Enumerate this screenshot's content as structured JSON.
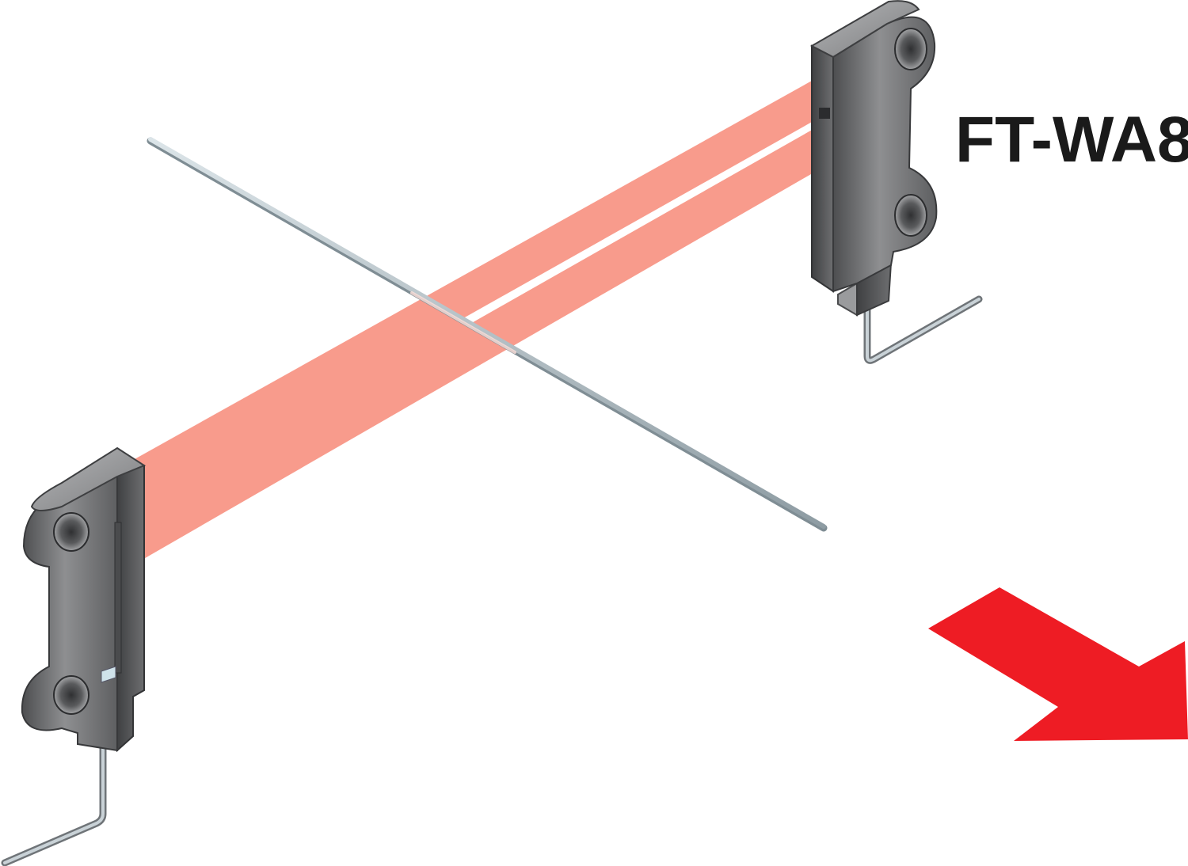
{
  "diagram": {
    "model_label": "FT-WA8",
    "parts": {
      "emitter_head": "sensor-head",
      "receiver_head": "sensor-head",
      "beam": "light-beam",
      "object": "thin-wire-object",
      "direction": "movement-arrow"
    },
    "colors": {
      "beam": "#f7907f",
      "beam_overlap": "#c8483a",
      "sensor_body": "#6b6c6e",
      "sensor_top": "#9a9b9d",
      "wire": "#a8b6bd",
      "arrow": "#ee1c24",
      "label": "#1a1a1a"
    }
  }
}
